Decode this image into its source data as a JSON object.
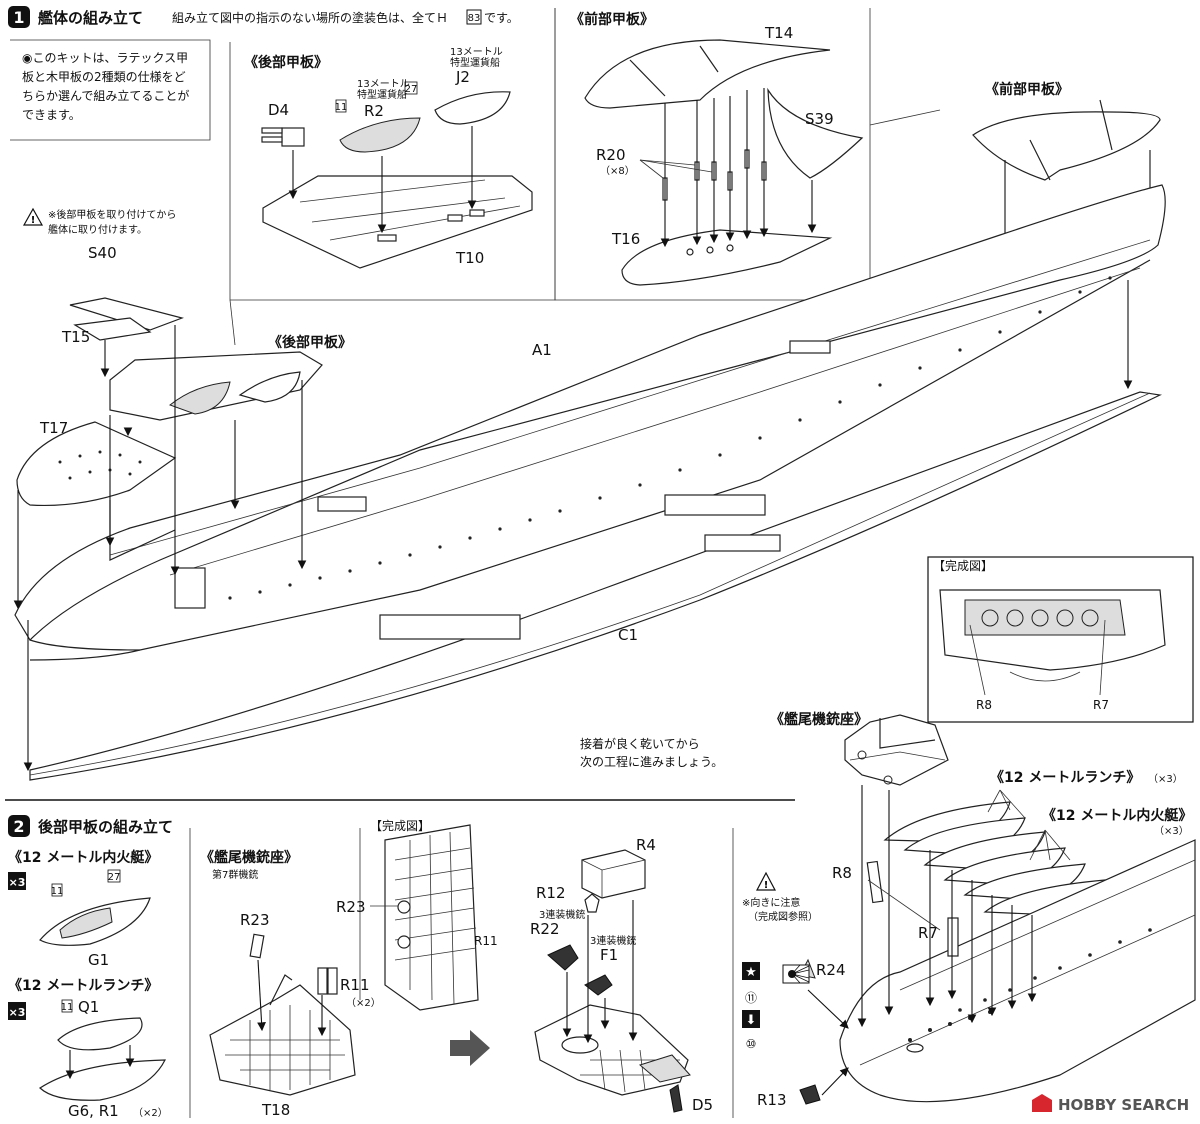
{
  "step1": {
    "number": "1",
    "title": "艦体の組み立て",
    "paint_note": "組み立て図中の指示のない場所の塗装色は、全てＨ",
    "paint_code": "83",
    "paint_suffix": "です。",
    "kit_note": [
      "◉このキットは、ラテックス甲",
      "板と木甲板の2種類の仕様をど",
      "ちらか選んで組み立てることが",
      "できます。"
    ],
    "caution_note": [
      "※後部甲板を取り付けてから",
      "艦体に取り付けます。"
    ],
    "glue_note": [
      "接着が良く乾いてから",
      "次の工程に進みましょう。"
    ],
    "sections": {
      "aft_deck_top": "《後部甲板》",
      "aft_deck_mid": "《後部甲板》",
      "fore_deck_top": "《前部甲板》",
      "fore_deck_right": "《前部甲板》",
      "completed": "【完成図】"
    },
    "boat_labels": {
      "r2_line1": "13メートル",
      "r2_line2": "特型運貨船",
      "j2_line1": "13メートル",
      "j2_line2": "特型運貨船"
    },
    "paint_h11": "11",
    "paint_h27": "27",
    "parts": {
      "D4": "D4",
      "R2": "R2",
      "J2": "J2",
      "T10": "T10",
      "T14": "T14",
      "S39": "S39",
      "R20": "R20",
      "R20_qty": "（×8）",
      "T16": "T16",
      "S40": "S40",
      "T15": "T15",
      "T17": "T17",
      "A1": "A1",
      "C1": "C1",
      "R8": "R8",
      "R7": "R7"
    }
  },
  "step2": {
    "number": "2",
    "title": "後部甲板の組み立て",
    "boat_section": "《12 メートル内火艇》",
    "launch_section": "《12 メートルランチ》",
    "stern_section": "《艦尾機銃座》",
    "stern_sub": "第7群機銃",
    "completed": "【完成図】",
    "x3": "×3",
    "gun_note_r22": "3連装機銃",
    "gun_note_f1": "3連装機銃",
    "parts": {
      "G1": "G1",
      "Q1": "Q1",
      "G6R1": "G6, R1",
      "G6R1_qty": "（×2）",
      "R23": "R23",
      "R11": "R11",
      "R11_qty": "（×2）",
      "T18": "T18",
      "R23b": "R23",
      "R11b": "R11",
      "R4": "R4",
      "R12": "R12",
      "R22": "R22",
      "F1": "F1",
      "D5": "D5"
    }
  },
  "right_panel": {
    "stern_section": "《艦尾機銃座》",
    "launch_section": "《12 メートルランチ》",
    "launch_qty": "（×3）",
    "boat_section": "《12 メートル内火艇》",
    "boat_qty": "（×3）",
    "orientation_note": [
      "※向きに注意",
      "（完成図参照）"
    ],
    "parts": {
      "R8": "R8",
      "R7": "R7",
      "R24": "R24",
      "R13": "R13"
    },
    "step_refs": [
      "⑪",
      "⑩"
    ]
  },
  "watermark": {
    "brand": "HOBBY SEARCH"
  },
  "colors": {
    "ink": "#111111",
    "paper": "#ffffff",
    "watermark_red": "#d8262e"
  }
}
